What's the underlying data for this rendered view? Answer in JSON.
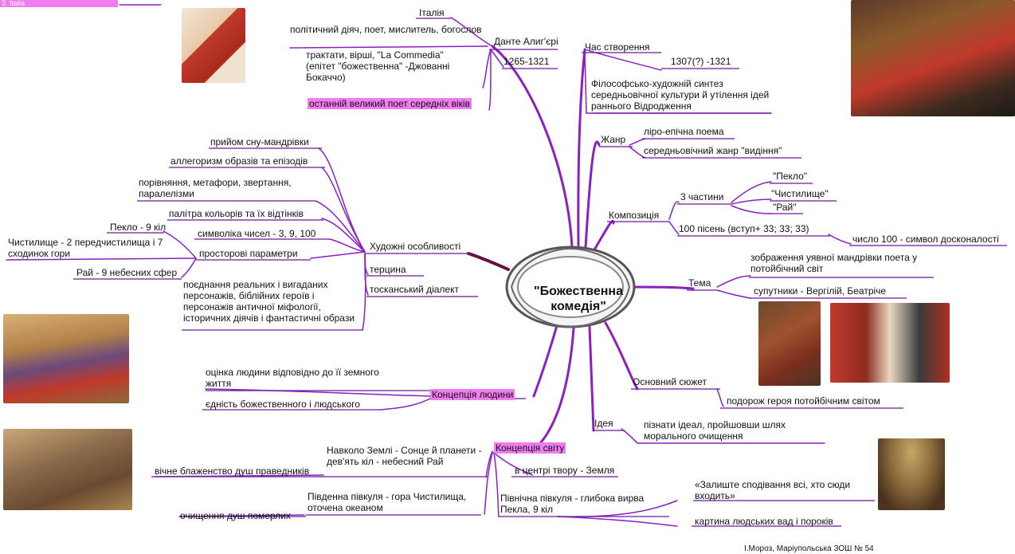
{
  "center": {
    "title_line1": "\"Божественна",
    "title_line2": "комедія\""
  },
  "corner_label": "2. Italia",
  "dante": {
    "title": "Данте Алиг'єрі",
    "italy": "Італія",
    "roles": "політичний діяч, поет, мислитель, богослов",
    "works": "трактати, вірші, \"La Commedia\" (епітет \"божественна\" -Джованні Бокаччо)",
    "years": "1265-1321",
    "last_poet": "останній великий поет середніх віків"
  },
  "time": {
    "title": "Час створення",
    "years": "1307(?) -1321",
    "synthesis": "Філософсько-художній синтез середньовічної культури й утілення ідей раннього Відродження"
  },
  "genre": {
    "title": "Жанр",
    "lyric": "ліро-епічна поема",
    "vision": "середньовічний жанр \"видіння\""
  },
  "composition": {
    "title": "Композиція",
    "parts": "3 частини",
    "hell": "\"Пекло\"",
    "purgatory": "\"Чистилище\"",
    "paradise": "\"Рай\"",
    "songs": "100 пісень (вступ+ 33; 33; 33)",
    "hundred": "число 100 - символ досконалості"
  },
  "theme": {
    "title": "Тема",
    "journey": "зображення уявної мандрівки поета у потойбічний світ",
    "companions": "супутники - Вергілій, Беатріче"
  },
  "plot": {
    "title": "Основний сюжет",
    "text": "подорож героя потойбічним світом"
  },
  "idea": {
    "title": "Ідея",
    "text": "пізнати ідеал, пройшовши шлях морального очищення"
  },
  "art": {
    "title": "Художні особливості",
    "dream": "прийом сну-мандрівки",
    "allegory": "аллегоризм образів та епізодів",
    "tropes": "порівняння, метафори, звертання, паралелізми",
    "palette": "палітра кольорів та їх відтінків",
    "numbers": "символіка чисел - 3, 9, 100",
    "space": "просторові параметри",
    "hell9": "Пекло - 9 кіл",
    "purg": "Чистилище - 2 передчистилища і 7 сходинок гори",
    "par9": "Рай - 9 небесних сфер",
    "mix": "поєднання реальних і вигаданих персонажів, біблійних героїв і персонажів античної міфології, історичних діячів і фантастичні образи",
    "terza": "терцина",
    "tuscan": "тосканський діалект"
  },
  "human": {
    "title": "Концепція людини",
    "value": "оцінка людини відповідно до її земного життя",
    "unity": "єдність божественного і людського"
  },
  "world": {
    "title": "Концепція світу",
    "earth_center": "в центрі твору - Земля",
    "around": "Навколо Землі - Сонце й планети - дев'ять кіл -  небесний Рай",
    "bliss": "вічне блаженство душ праведників",
    "south": "Південна півкуля -  гора Чистилища, оточена океаном",
    "cleansing": "очищення душ померлих",
    "north": "Північна півкуля -  глибока вирва Пекла, 9 кіл",
    "abandon": "«Залиште сподівання всі, хто сюди входить»",
    "vices": "картина людських вад і пороків"
  },
  "footer": "І.Мороз, Маріупольська ЗОШ № 54",
  "colors": {
    "branch": "#8b1fbf",
    "highlight": "#f07cf0",
    "underline": "#6a1a9a"
  }
}
